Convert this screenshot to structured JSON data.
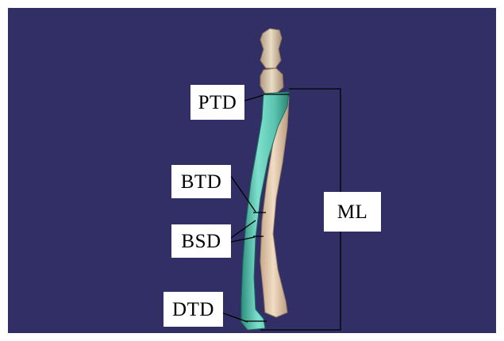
{
  "diagram": {
    "labels": {
      "ptd": "PTD",
      "btd": "BTD",
      "bsd": "BSD",
      "dtd": "DTD",
      "ml": "ML"
    },
    "colors": {
      "background": "#322f66",
      "radius": "#5fc7b4",
      "ulna": "#e6ccb0",
      "carpal": "#dccbb0",
      "leader": "#000000"
    }
  }
}
